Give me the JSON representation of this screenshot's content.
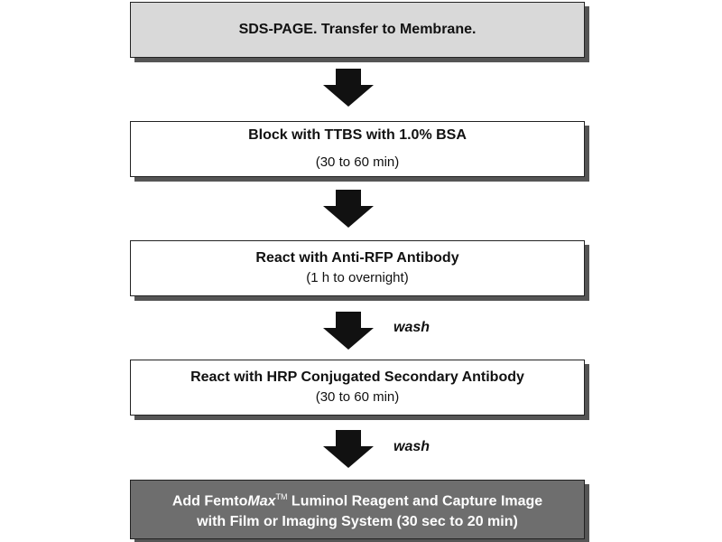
{
  "steps": [
    {
      "line1": "SDS-PAGE.  Transfer to Membrane."
    },
    {
      "line1": "Block with TTBS with 1.0% BSA",
      "line2": "(30 to 60 min)"
    },
    {
      "line1": "React with Anti-RFP Antibody",
      "line2": "(1 h to overnight)"
    },
    {
      "line1": "React with HRP Conjugated Secondary Antibody",
      "line2": "(30 to 60 min)"
    },
    {
      "line1_prefix": "Add Femto",
      "line1_italic": "Max",
      "line1_tm": "TM",
      "line1_suffix": " Luminol Reagent and Capture Image",
      "line2": "with Film or Imaging System (30 sec to 20 min)"
    }
  ],
  "arrow_labels": [
    "wash",
    "wash"
  ],
  "colors": {
    "step1_fill": "#d9d9d9",
    "final_step_fill": "#6e6e6e",
    "arrow_fill": "#111111"
  },
  "icons": [
    "down-arrow-icon"
  ]
}
